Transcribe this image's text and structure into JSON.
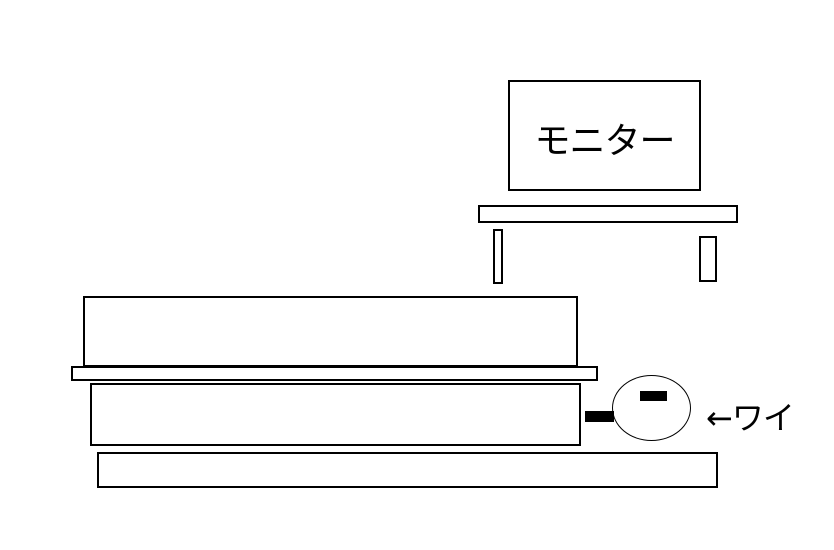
{
  "drawing": {
    "style": "paint-sketch",
    "background_color": "#ffffff",
    "line_color": "#000000",
    "fill_color": "#000000"
  },
  "monitor": {
    "label": "モニター"
  },
  "person": {
    "label": "←ワイ",
    "eye_icon": "closed-eye horizontal black bar",
    "connector_icon": "black bar linking head to bed"
  }
}
